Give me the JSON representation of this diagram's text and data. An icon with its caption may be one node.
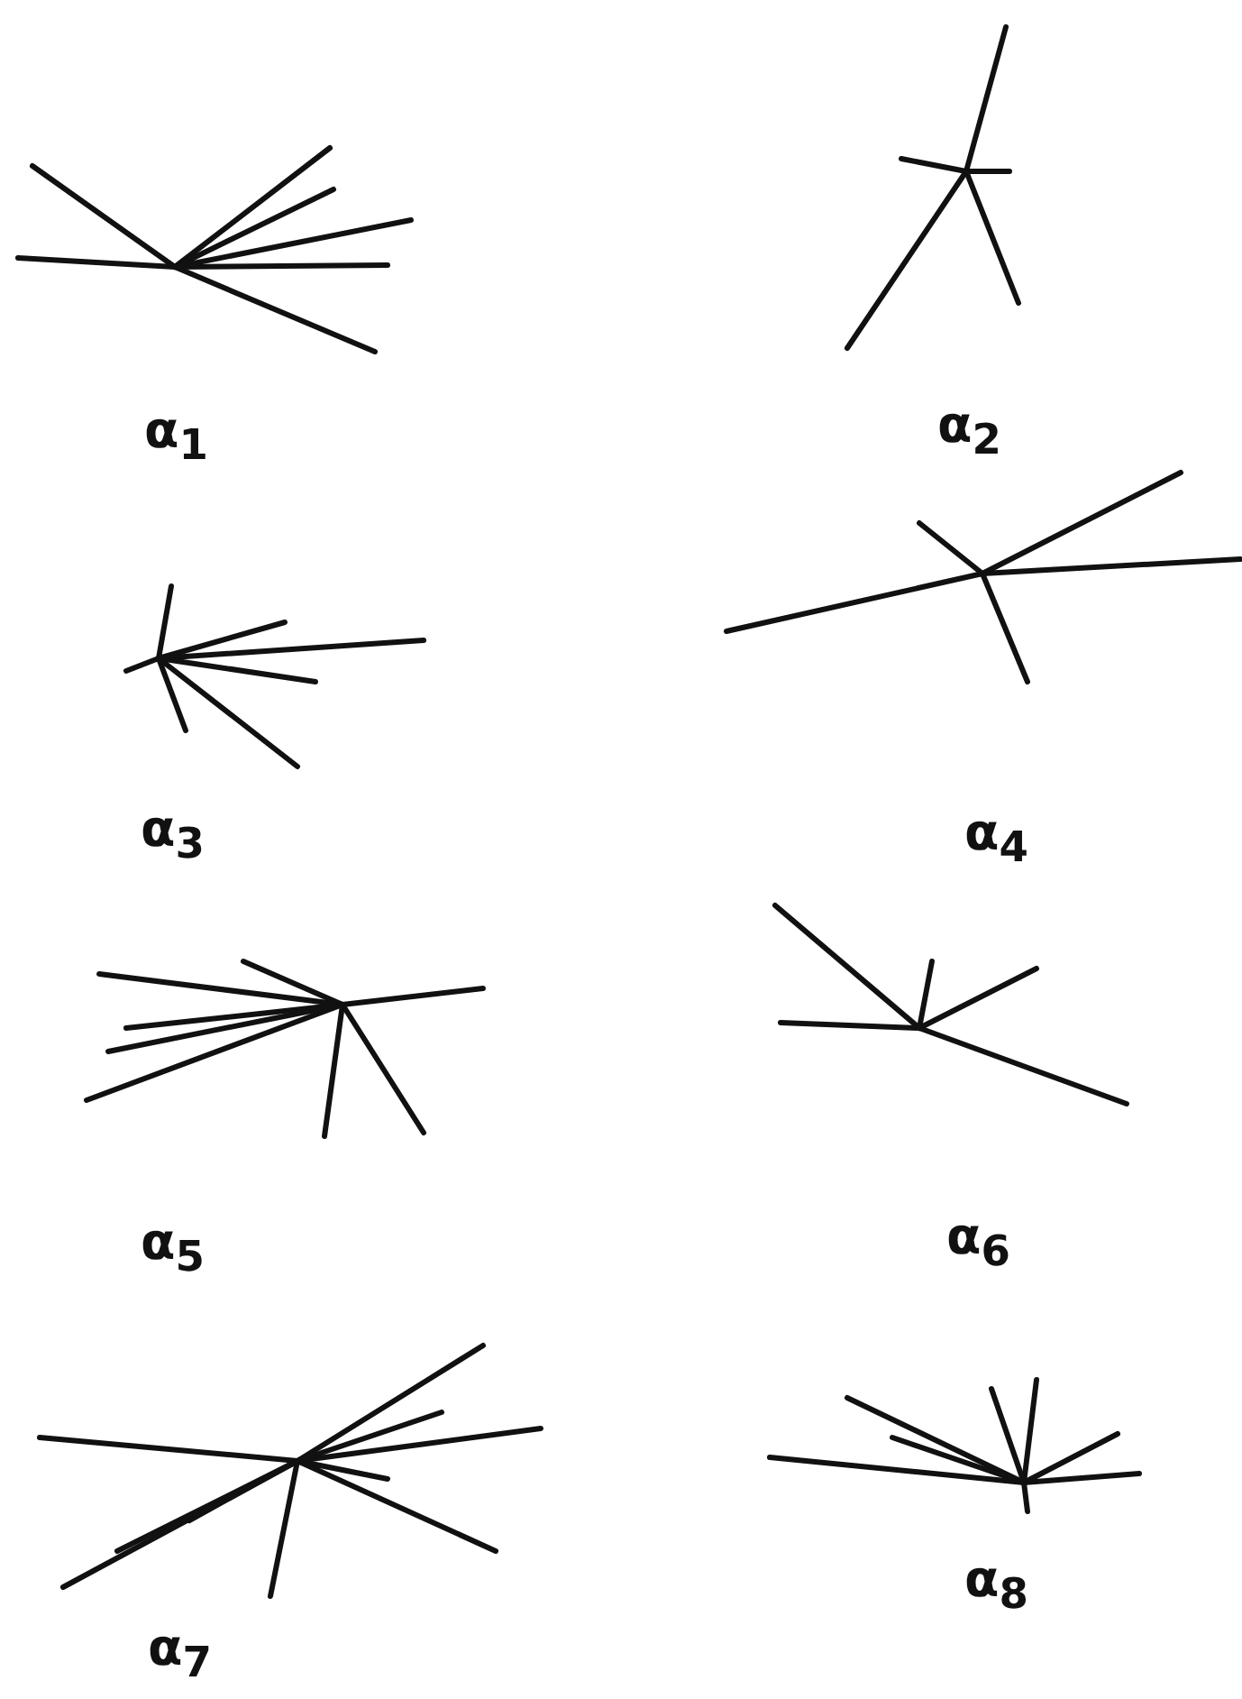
{
  "diagram": {
    "labels": [
      "α$_{1}$",
      "α$_{2}$",
      "α$_{3}$",
      "α$_{4}$",
      "α$_{5}$",
      "α$_{6}$",
      "α$_{7}$",
      "α$_{8}$"
    ]
  }
}
